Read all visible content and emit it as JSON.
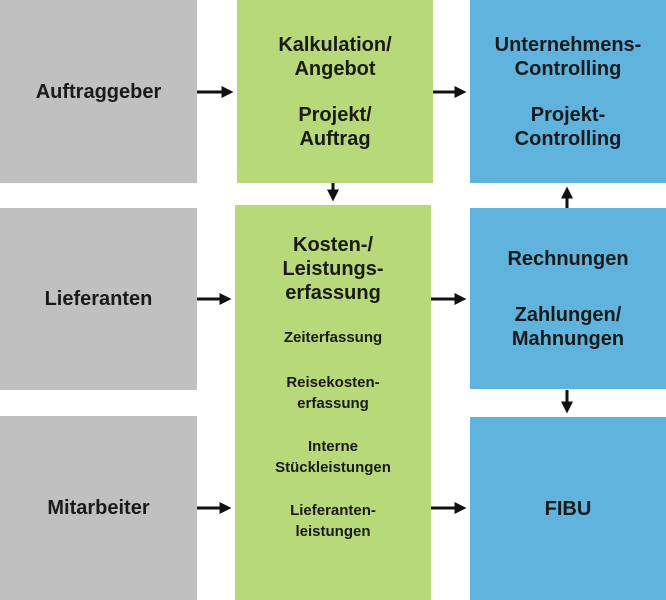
{
  "sources": [
    {
      "label": "Auftraggeber"
    },
    {
      "label": "Lieferanten"
    },
    {
      "label": "Mitarbeiter"
    }
  ],
  "planning": {
    "lines": [
      "Kalkulation/",
      "Angebot",
      "Projekt/",
      "Auftrag"
    ]
  },
  "capture": {
    "title": [
      "Kosten-/",
      "Leistungs-",
      "erfassung"
    ],
    "items": [
      "Zeiterfassung",
      "Reisekosten-",
      "erfassung",
      "Interne",
      "Stückleistungen",
      "Lieferanten-",
      "leistungen"
    ]
  },
  "controlling": {
    "lines": [
      "Unternehmens-",
      "Controlling",
      "Projekt-",
      "Controlling"
    ]
  },
  "billing": {
    "lines": [
      "Rechnungen",
      "Zahlungen/",
      "Mahnungen"
    ]
  },
  "fibu": {
    "label": "FIBU"
  },
  "colors": {
    "gray": "#c0c0c0",
    "green": "#b8d97a",
    "blue": "#5fb3dc"
  }
}
